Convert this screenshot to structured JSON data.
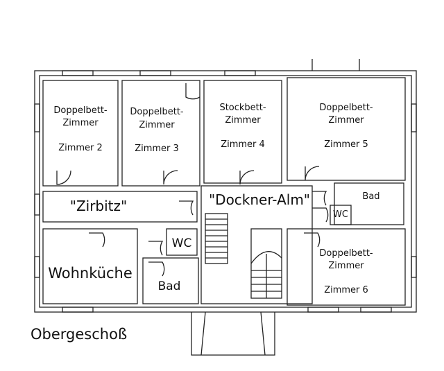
{
  "title": "Obergeschoß",
  "rooms": {
    "r1": {
      "type": "Doppelbett-",
      "type2": "Zimmer",
      "name": "Zimmer 2"
    },
    "r2": {
      "type": "Doppelbett-",
      "type2": "Zimmer",
      "name": "Zimmer 3"
    },
    "r3": {
      "type": "Stockbett-",
      "type2": "Zimmer",
      "name": "Zimmer 4"
    },
    "r4": {
      "type": "Doppelbett-",
      "type2": "Zimmer",
      "name": "Zimmer 5"
    },
    "r5": {
      "type": "Doppelbett-",
      "type2": "Zimmer",
      "name": "Zimmer 6"
    }
  },
  "areas": {
    "zirbitz": "\"Zirbitz\"",
    "docknerAlm": "\"Dockner-Alm\"",
    "wohnkueche": "Wohnküche",
    "bad_left": "Bad",
    "wc_left": "WC",
    "bad_right": "Bad",
    "wc_right": "WC"
  }
}
